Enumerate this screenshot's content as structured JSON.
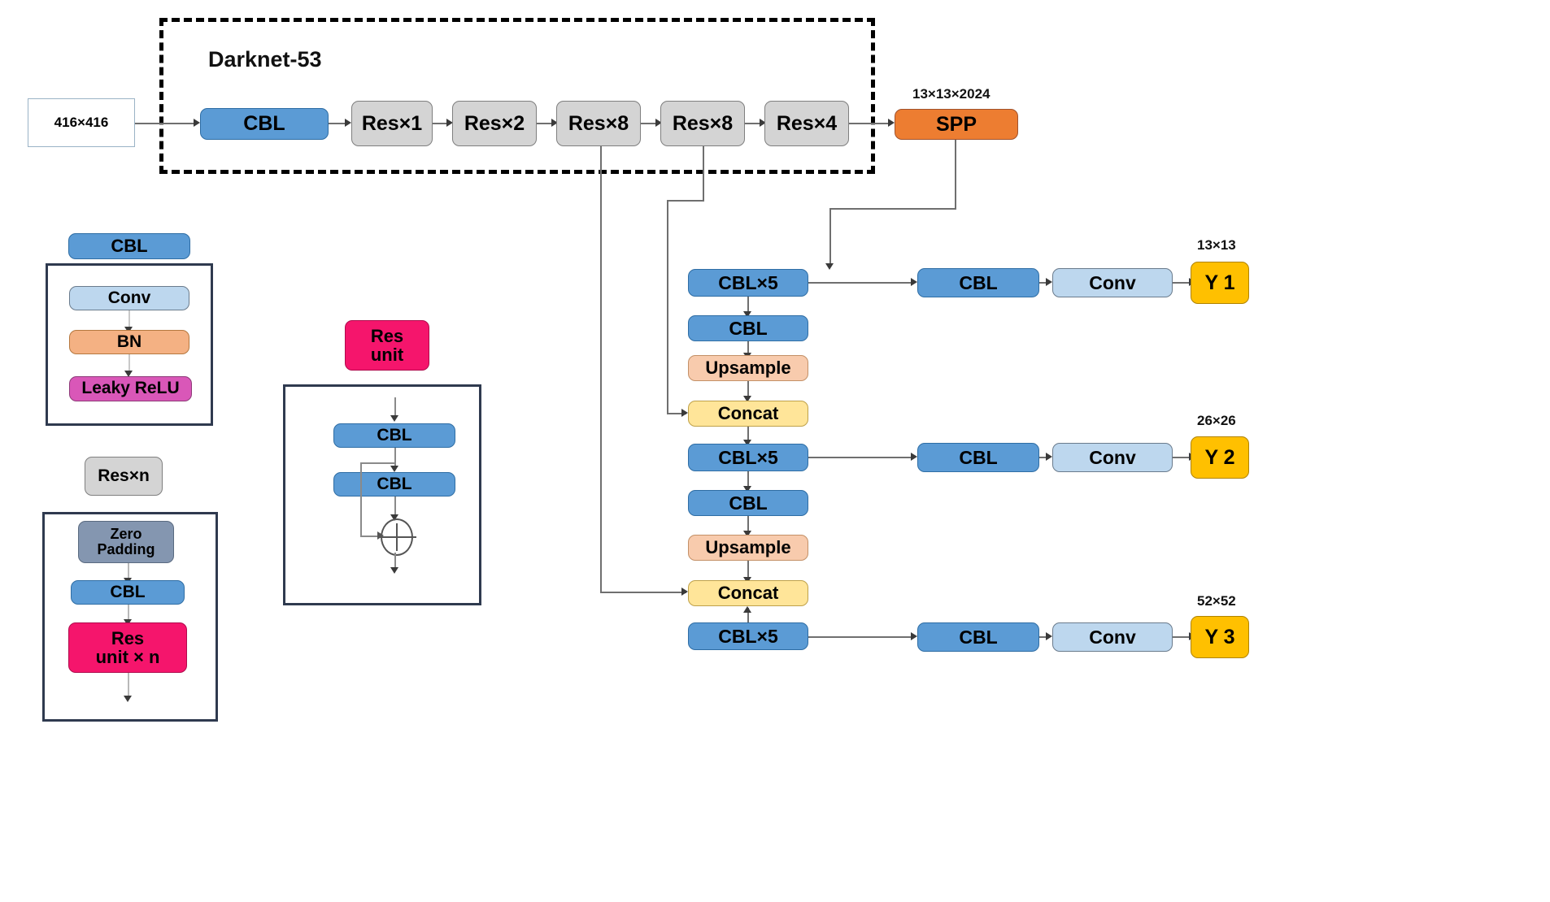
{
  "backbone": {
    "group_title": "Darknet-53",
    "input": {
      "label": "416×416"
    },
    "stages": [
      {
        "label": "CBL",
        "type": "cbl"
      },
      {
        "label": "Res×1",
        "type": "res"
      },
      {
        "label": "Res×2",
        "type": "res"
      },
      {
        "label": "Res×8",
        "type": "res"
      },
      {
        "label": "Res×8",
        "type": "res"
      },
      {
        "label": "Res×4",
        "type": "res"
      }
    ],
    "spp": {
      "label": "SPP",
      "dim": "13×13×2024"
    }
  },
  "legend_cbl": {
    "header": "CBL",
    "items": [
      {
        "label": "Conv"
      },
      {
        "label": "BN"
      },
      {
        "label": "Leaky ReLU"
      }
    ]
  },
  "legend_resn": {
    "header": "Res×n",
    "items": [
      {
        "label": "Zero\nPadding"
      },
      {
        "label": "CBL"
      },
      {
        "label": "Res\nunit × n"
      }
    ]
  },
  "legend_resunit": {
    "header": "Res\nunit",
    "items": [
      {
        "label": "CBL"
      },
      {
        "label": "CBL"
      }
    ],
    "add_symbol": "⊕"
  },
  "neck": {
    "branch1": [
      {
        "label": "CBL×5"
      },
      {
        "label": "CBL"
      },
      {
        "label": "Upsample"
      },
      {
        "label": "Concat"
      }
    ],
    "branch2": [
      {
        "label": "CBL×5"
      },
      {
        "label": "CBL"
      },
      {
        "label": "Upsample"
      },
      {
        "label": "Concat"
      }
    ],
    "branch3": [
      {
        "label": "CBL×5"
      }
    ]
  },
  "heads": [
    {
      "cbl": "CBL",
      "conv": "Conv",
      "out": "Y 1",
      "dim": "13×13"
    },
    {
      "cbl": "CBL",
      "conv": "Conv",
      "out": "Y 2",
      "dim": "26×26"
    },
    {
      "cbl": "CBL",
      "conv": "Conv",
      "out": "Y 3",
      "dim": "52×52"
    }
  ],
  "colors": {
    "cbl": "#5b9bd5",
    "res": "#d4d4d4",
    "spp": "#ed7d31",
    "conv": "#bdd7ee",
    "bn": "#f4b183",
    "leaky_relu": "#d957b8",
    "res_unit": "#f5156c",
    "zero_padding": "#8496b0",
    "upsample": "#f8cbad",
    "concat": "#ffe599",
    "output": "#ffc000"
  }
}
